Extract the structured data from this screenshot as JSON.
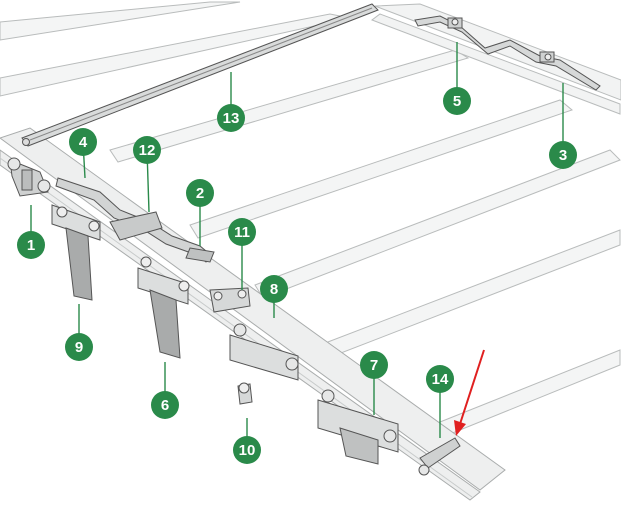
{
  "colors": {
    "accent": "#2a8a4a",
    "badge_text": "#ffffff",
    "arrow": "#e02020",
    "rail": "#e9eaea",
    "outline": "#444444"
  },
  "callouts": [
    {
      "id": "1",
      "label": "1"
    },
    {
      "id": "2",
      "label": "2"
    },
    {
      "id": "3",
      "label": "3"
    },
    {
      "id": "4",
      "label": "4"
    },
    {
      "id": "5",
      "label": "5"
    },
    {
      "id": "6",
      "label": "6"
    },
    {
      "id": "7",
      "label": "7"
    },
    {
      "id": "8",
      "label": "8"
    },
    {
      "id": "9",
      "label": "9"
    },
    {
      "id": "10",
      "label": "10"
    },
    {
      "id": "11",
      "label": "11"
    },
    {
      "id": "12",
      "label": "12"
    },
    {
      "id": "13",
      "label": "13"
    },
    {
      "id": "14",
      "label": "14"
    }
  ]
}
